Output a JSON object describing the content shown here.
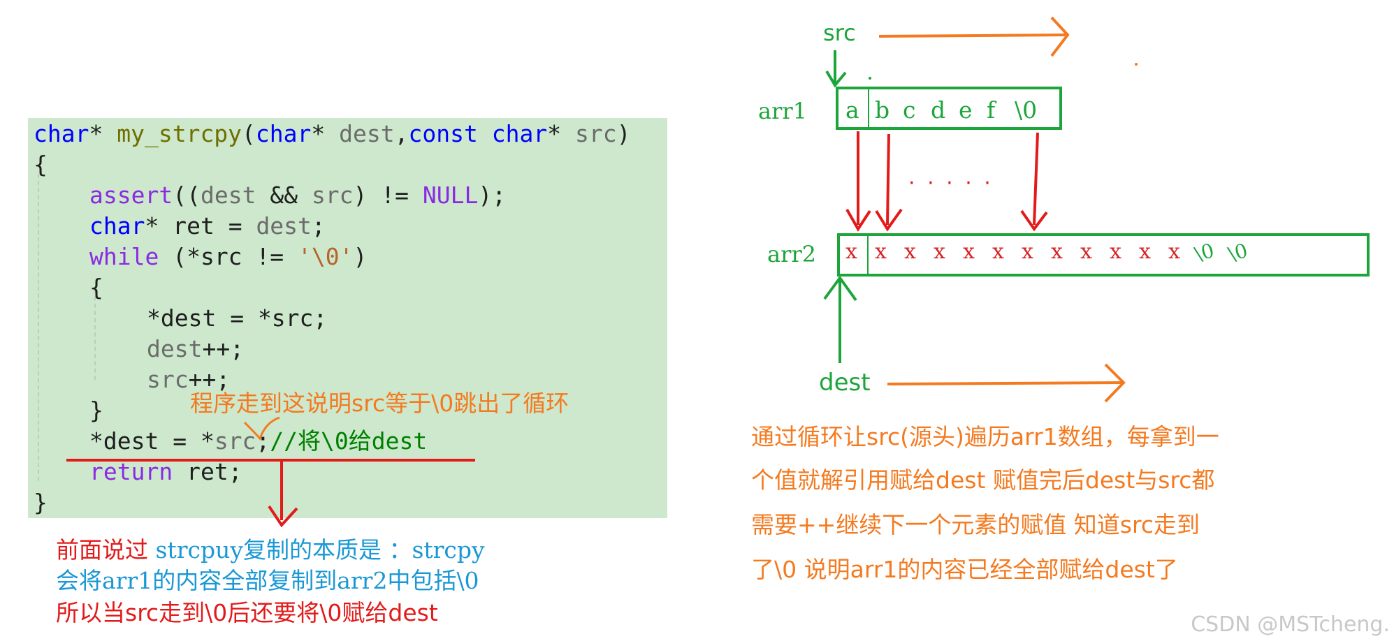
{
  "code": {
    "line1": {
      "type": "char",
      "star": "* ",
      "fn": "my_strcpy",
      "open": "(",
      "t1": "char",
      "star2": "* ",
      "p1": "dest",
      "comma": ",",
      "k1": "const",
      "t2": "char",
      "star3": "* ",
      "p2": "src",
      "close": ")"
    },
    "line2": "{",
    "line3": {
      "fn": "assert",
      "a": "((",
      "p1": "dest",
      "b": " && ",
      "p2": "src",
      "c": ") != ",
      "mac": "NULL",
      "d": ");"
    },
    "line4": {
      "type": "char",
      "rest": "* ret = ",
      "p": "dest",
      "end": ";"
    },
    "line5": {
      "kw": "while",
      "a": " (*src != ",
      "str": "'\\0'",
      "b": ")"
    },
    "line6": "{",
    "line7": "*dest = *src;",
    "line8": {
      "p": "dest",
      "end": "++;"
    },
    "line9": {
      "p": "src",
      "end": "++;"
    },
    "line10": "}",
    "line11": {
      "a": "*dest = *",
      "p": "src",
      "b": ";",
      "cm": "//将\\0给dest"
    },
    "line12": {
      "kw": "return",
      "rest": " ret;"
    },
    "line13": "}"
  },
  "annotations": {
    "loop_exit": "程序走到这说明src等于\\0跳出了循环",
    "before_red": "前面说过 ",
    "essence_blue_a": "strcpuy复制的本质是 ：strcpy",
    "essence_blue_b": "会将arr1的内容全部复制到arr2中包括\\0",
    "summary_red": "所以当src走到\\0后还要将\\0赋给dest",
    "right_para": [
      "通过循环让src(源头)遍历arr1数组，每拿到一",
      "个值就解引用赋给dest 赋值完后dest与src都",
      "需要++继续下一个元素的赋值 知道src走到",
      "了\\0 说明arr1的内容已经全部赋给dest了"
    ]
  },
  "diagram": {
    "src_label": "src",
    "dest_label": "dest",
    "arr1_label": "arr1",
    "arr2_label": "arr2",
    "arr1_cells": [
      "a",
      "b",
      "c",
      "d",
      "e",
      "f",
      "\\0"
    ],
    "arr2_cells": [
      "x",
      "x",
      "x",
      "x",
      "x",
      "x",
      "x",
      "x",
      "x",
      "x",
      "x",
      "x"
    ],
    "arr2_tail": [
      "\\0",
      "\\0"
    ],
    "ellipsis": "· · · · ·"
  },
  "watermark": "CSDN @MSTcheng.",
  "colors": {
    "code_bg": "#cde8cd",
    "orange": "#f47a20",
    "red": "#e21a1a",
    "green": "#1da53b",
    "blue": "#1a98d5"
  }
}
